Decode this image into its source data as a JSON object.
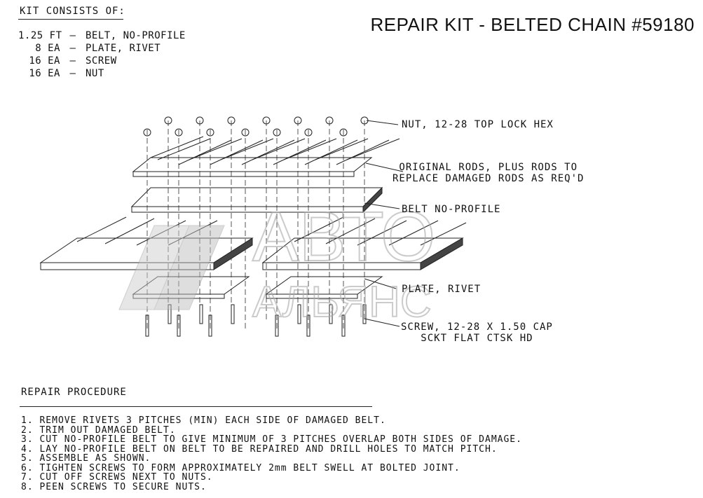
{
  "kit": {
    "header": "KIT CONSISTS OF:",
    "items": [
      {
        "qty": "1.25 FT",
        "desc": "BELT, NO-PROFILE"
      },
      {
        "qty": "8 EA",
        "desc": "PLATE, RIVET"
      },
      {
        "qty": "16 EA",
        "desc": "SCREW"
      },
      {
        "qty": "16 EA",
        "desc": "NUT"
      }
    ]
  },
  "title": "REPAIR KIT - BELTED CHAIN #59180",
  "callouts": {
    "nut": "NUT, 12-28 TOP LOCK HEX",
    "rods_line1": "ORIGINAL RODS, PLUS RODS TO",
    "rods_line2": "REPLACE DAMAGED RODS AS REQ'D",
    "belt": "BELT NO-PROFILE",
    "plate": "PLATE, RIVET",
    "screw_line1": "SCREW, 12-28 X 1.50 CAP",
    "screw_line2": "SCKT FLAT CTSK HD"
  },
  "watermark": {
    "line1": "АВТО",
    "line2": "АЛЬЯНС"
  },
  "repair": {
    "header": "REPAIR PROCEDURE",
    "steps": [
      "1. REMOVE RIVETS 3 PITCHES (MIN) EACH SIDE OF DAMAGED BELT.",
      "2. TRIM OUT DAMAGED BELT.",
      "3. CUT NO-PROFILE BELT TO GIVE MINIMUM OF 3 PITCHES OVERLAP BOTH SIDES OF DAMAGE.",
      "4. LAY NO-PROFILE BELT ON BELT TO BE REPAIRED AND DRILL HOLES TO MATCH PITCH.",
      "5. ASSEMBLE AS SHOWN.",
      "6. TIGHTEN SCREWS TO FORM APPROXIMATELY 2mm BELT SWELL AT BOLTED JOINT.",
      "7. CUT OFF SCREWS NEXT TO NUTS.",
      "8. PEEN SCREWS TO SECURE NUTS."
    ]
  }
}
